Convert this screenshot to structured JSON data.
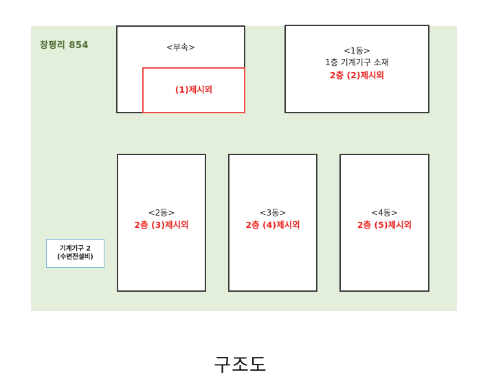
{
  "diagram": {
    "title": "구조도",
    "parcel_label": "창평리 854",
    "colors": {
      "site_background": "#e3efda",
      "parcel_label_text": "#4f6b33",
      "building_border": "#3a3a3a",
      "red_annotation": "#e8231f",
      "red_box_border": "#ef4b46",
      "equipment_box_border": "#6fb7e0",
      "page_background": "#ffffff"
    }
  },
  "buildings": {
    "annex": {
      "name": "<부속>",
      "sub_area_label": "(1)제시외"
    },
    "b1": {
      "name": "<1동>",
      "line_floor1": "1층 기계기구 소재",
      "line_floor2": "2층 (2)제시외"
    },
    "b2": {
      "name": "<2동>",
      "line_floor2": "2층 (3)제시외"
    },
    "b3": {
      "name": "<3동>",
      "line_floor2": "2층 (4)제시외"
    },
    "b4": {
      "name": "<4동>",
      "line_floor2": "2층 (5)제시외"
    }
  },
  "equipment_callout": {
    "line1": "기계기구 2",
    "line2": "(수변전설비)"
  }
}
